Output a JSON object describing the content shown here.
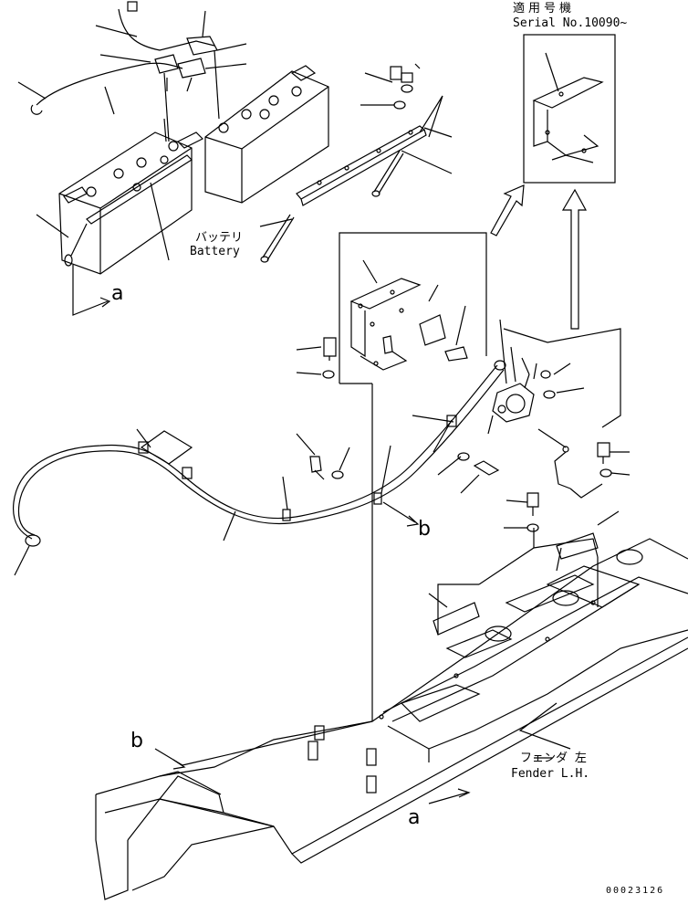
{
  "serial_note": {
    "jp": "適用号機",
    "en": "Serial No.10090~"
  },
  "battery_label": {
    "jp": "バッテリ",
    "en": "Battery"
  },
  "fender_label": {
    "jp": "フェンダ 左",
    "en": "Fender L.H."
  },
  "view_markers": {
    "a_top": "a",
    "b_mid": "b",
    "b_bottom": "b",
    "a_bottom": "a"
  },
  "drawing_number": "00023126"
}
